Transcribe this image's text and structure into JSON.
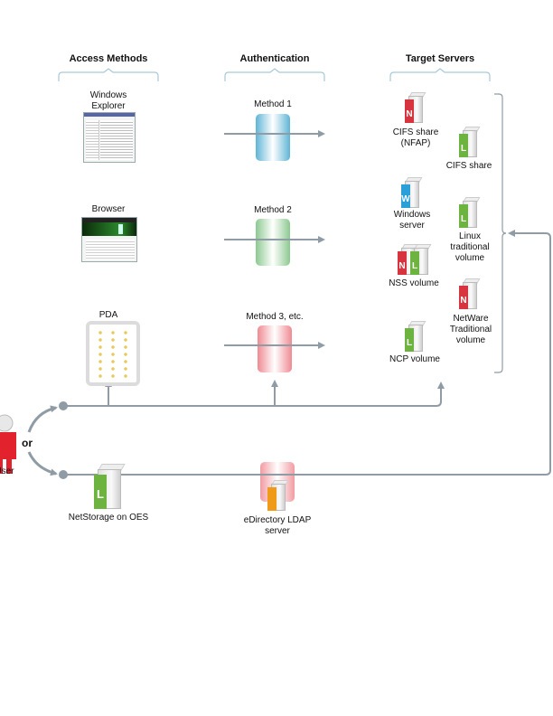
{
  "columns": {
    "access": "Access Methods",
    "auth": "Authentication",
    "targets": "Target Servers"
  },
  "access_methods": [
    {
      "label": "Windows Explorer",
      "icon": "windows-explorer-screenshot"
    },
    {
      "label": "Browser",
      "icon": "browser-screenshot"
    },
    {
      "label": "PDA",
      "icon": "pda-screenshot"
    }
  ],
  "auth_methods": [
    {
      "label": "Method 1",
      "color": "#5fb4d6"
    },
    {
      "label": "Method 2",
      "color": "#8cc98f"
    },
    {
      "label": "Method 3, etc.",
      "color": "#ef8a92"
    }
  ],
  "targets": [
    {
      "label": "CIFS share (NFAP)",
      "badge": "N",
      "color": "#d8343f"
    },
    {
      "label": "CIFS share",
      "badge": "L",
      "color": "#6db33f"
    },
    {
      "label": "Windows server",
      "badge": "W",
      "color": "#2a9fd8"
    },
    {
      "label": "Linux traditional volume",
      "badge": "L",
      "color": "#6db33f"
    },
    {
      "label": "NSS volume",
      "badge": "N L",
      "color": "#d8343f"
    },
    {
      "label": "NetWare Traditional volume",
      "badge": "N",
      "color": "#d8343f"
    },
    {
      "label": "NCP volume",
      "badge": "L",
      "color": "#6db33f"
    }
  ],
  "user": {
    "label": "User",
    "or_label": "or"
  },
  "netstorage": {
    "label": "NetStorage on OES",
    "badge": "L",
    "color": "#6db33f"
  },
  "ldap": {
    "label": "eDirectory LDAP server",
    "color": "#f09a1a"
  },
  "colors": {
    "line": "#8f9ca6",
    "bracket": "#a9c9d8"
  }
}
